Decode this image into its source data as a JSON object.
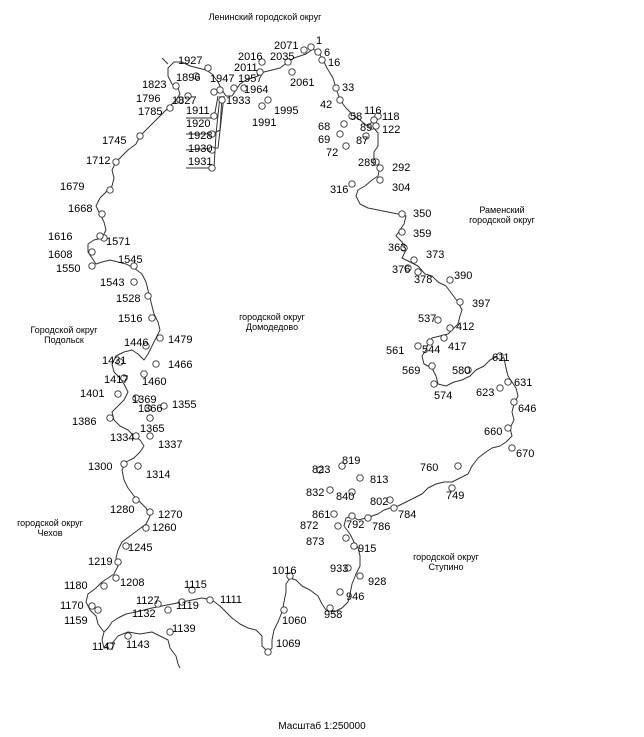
{
  "regions": {
    "leninsky": "Ленинский городской округ",
    "ramensky_1": "Раменский",
    "ramensky_2": "городской округ",
    "domodedovo_1": "городской округ",
    "domodedovo_2": "Домодедово",
    "podolsk_1": "Городской округ",
    "podolsk_2": "Подольск",
    "chekhov_1": "городской округ",
    "chekhov_2": "Чехов",
    "stupino_1": "городской округ",
    "stupino_2": "Ступино"
  },
  "scale_label": "Масштаб 1:250000",
  "points": [
    "1",
    "6",
    "16",
    "33",
    "42",
    "58",
    "68",
    "69",
    "72",
    "87",
    "89",
    "116",
    "118",
    "122",
    "289",
    "292",
    "304",
    "316",
    "350",
    "359",
    "363",
    "373",
    "376",
    "378",
    "390",
    "397",
    "412",
    "417",
    "537",
    "544",
    "561",
    "569",
    "574",
    "580",
    "611",
    "623",
    "631",
    "646",
    "660",
    "670",
    "749",
    "760",
    "784",
    "786",
    "792",
    "802",
    "813",
    "819",
    "823",
    "832",
    "840",
    "861",
    "872",
    "873",
    "915",
    "928",
    "933",
    "946",
    "958",
    "1016",
    "1060",
    "1069",
    "1111",
    "1115",
    "1119",
    "1127",
    "1132",
    "1139",
    "1143",
    "1147",
    "1159",
    "1170",
    "1180",
    "1208",
    "1219",
    "1245",
    "1260",
    "1270",
    "1280",
    "1300",
    "1314",
    "1334",
    "1337",
    "1355",
    "1365",
    "1366",
    "1369",
    "1386",
    "1401",
    "1417",
    "1431",
    "1446",
    "1460",
    "1466",
    "1479",
    "1516",
    "1528",
    "1543",
    "1545",
    "1550",
    "1571",
    "1608",
    "1616",
    "1668",
    "1679",
    "1712",
    "1745",
    "1785",
    "1796",
    "1823",
    "1827",
    "1896",
    "1911",
    "1920",
    "1927",
    "1928",
    "1930",
    "1931",
    "1933",
    "1947",
    "1957",
    "1964",
    "1991",
    "1995",
    "2011",
    "2016",
    "2035",
    "2061",
    "2071"
  ]
}
